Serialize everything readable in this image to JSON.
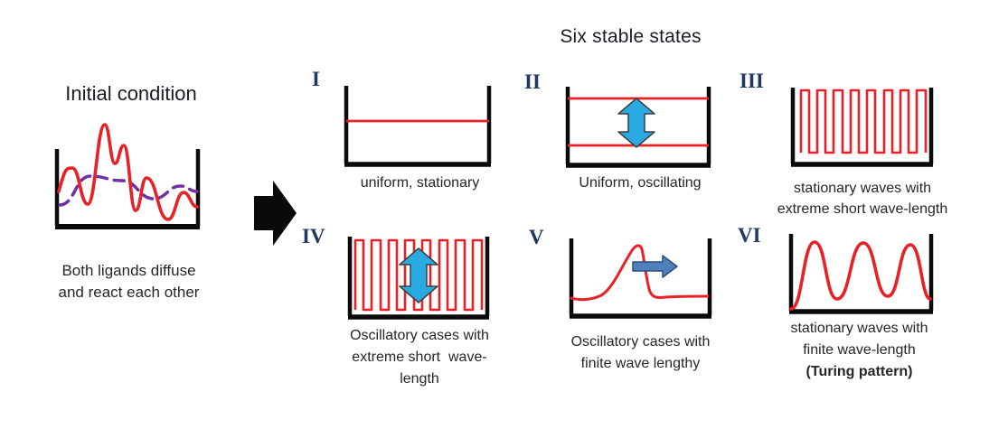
{
  "page": {
    "title": "Six stable states"
  },
  "initial_condition": {
    "title": "Initial condition",
    "caption_lines": [
      "Both ligands diffuse",
      "and react each other"
    ],
    "curves": {
      "solid_curve_icon": "red-solid-wave",
      "dashed_curve_icon": "purple-dashed-wave"
    }
  },
  "transition": {
    "arrow_icon": "black-right-block-arrow"
  },
  "states": [
    {
      "numeral": "I",
      "caption_lines": [
        "uniform, stationary"
      ],
      "graphic": "flat-red-line-in-container"
    },
    {
      "numeral": "II",
      "caption_lines": [
        "Uniform, oscillating"
      ],
      "graphic": "two-red-lines-with-up-down-arrow",
      "arrow_icon": "cyan-up-down-arrow"
    },
    {
      "numeral": "III",
      "caption_lines": [
        "stationary waves with",
        "extreme short wave-length"
      ],
      "graphic": "red-square-wave"
    },
    {
      "numeral": "IV",
      "caption_lines": [
        "Oscillatory cases with",
        "extreme short  wave-",
        "length"
      ],
      "graphic": "red-square-wave-with-up-down-arrow",
      "arrow_icon": "cyan-up-down-arrow"
    },
    {
      "numeral": "V",
      "caption_lines": [
        "Oscillatory cases with",
        "finite wave lengthy"
      ],
      "graphic": "red-traveling-pulse",
      "arrow_icon": "blue-right-arrow"
    },
    {
      "numeral": "VI",
      "caption_lines": [
        "stationary waves with",
        "finite wave-length"
      ],
      "caption_bold_line": "(Turing pattern)",
      "graphic": "red-sine-wave"
    }
  ],
  "colors": {
    "red": "#e82127",
    "purple": "#7030a0",
    "cyan_arrow_fill": "#29abe2",
    "blue_arrow_fill": "#4f81bd",
    "numeral_blue": "#203864",
    "text": "#262626",
    "black": "#0a0a0a"
  }
}
